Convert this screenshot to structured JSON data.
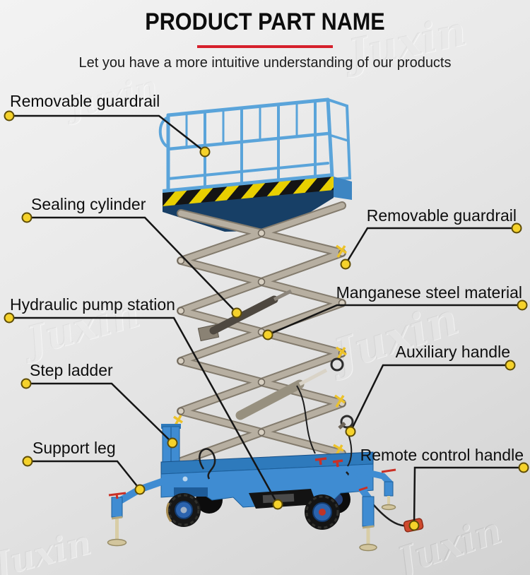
{
  "header": {
    "title": "PRODUCT PART NAME",
    "subtitle": "Let you have a more intuitive understanding of our products",
    "accent_color": "#d6202b"
  },
  "watermark": {
    "text": "Juxin"
  },
  "callout_style": {
    "dot_color": "#f5d22b",
    "dot_border": "#5f4d06",
    "line_color": "#151515"
  },
  "labels": [
    {
      "id": "removable-guardrail-left",
      "text": "Removable guardrail"
    },
    {
      "id": "sealing-cylinder",
      "text": "Sealing cylinder"
    },
    {
      "id": "hydraulic-pump-station",
      "text": "Hydraulic pump station"
    },
    {
      "id": "step-ladder",
      "text": "Step ladder"
    },
    {
      "id": "support-leg",
      "text": "Support leg"
    },
    {
      "id": "removable-guardrail-right",
      "text": "Removable guardrail"
    },
    {
      "id": "manganese-steel-material",
      "text": "Manganese steel material"
    },
    {
      "id": "auxiliary-handle",
      "text": "Auxiliary handle"
    },
    {
      "id": "remote-control-handle",
      "text": "Remote control handle"
    }
  ],
  "machine": {
    "name": "mobile scissor lift",
    "colors": {
      "guardrail_blue": "#5aa4da",
      "chassis_blue": "#3f8cd2",
      "hazard_yellow": "#e8cf00",
      "hazard_black": "#141414",
      "scissor_steel": "#b7afa1",
      "tire_black": "#171717",
      "rim_blue": "#2b63ae",
      "jack_cream": "#d8cda6",
      "remote_red": "#d04a2e"
    }
  }
}
